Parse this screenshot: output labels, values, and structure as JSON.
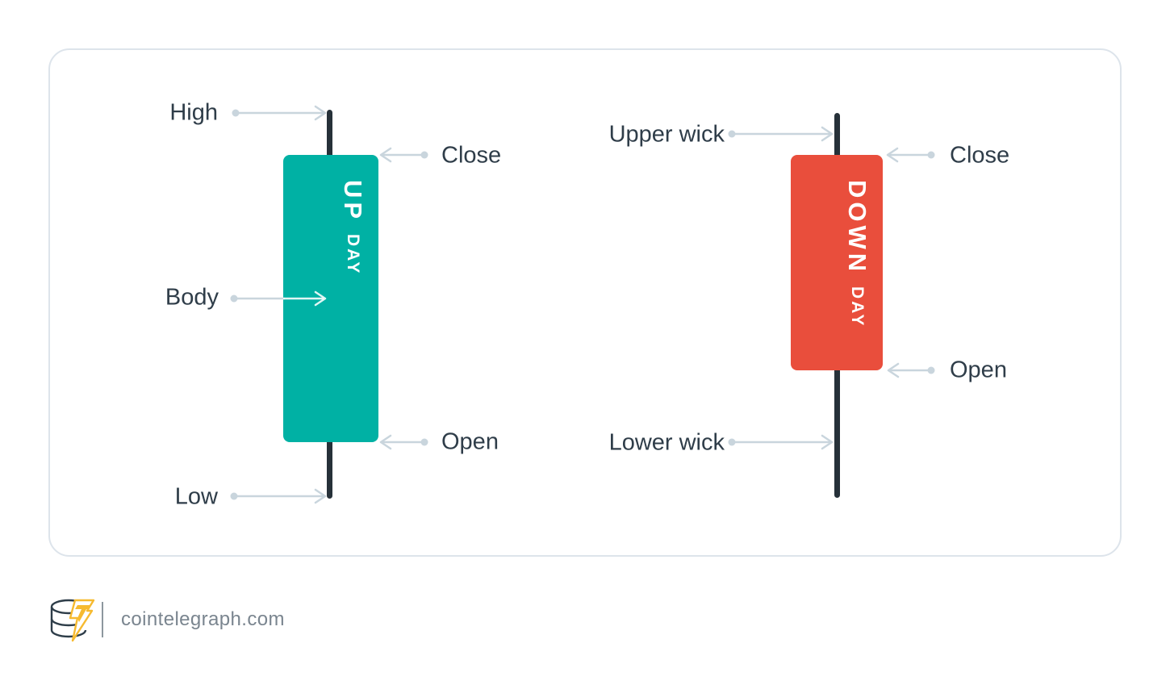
{
  "brand": {
    "site_label": "cointelegraph.com"
  },
  "colors": {
    "up_candle": "#00b1a4",
    "down_candle": "#e94e3c",
    "wick": "#263139",
    "arrow": "#c9d5dd",
    "label_text": "#2f3d49",
    "card_border": "#dde4eb",
    "brand_yellow": "#f6ba30",
    "brand_text": "#7a858f"
  },
  "diagram": {
    "up_candle": {
      "name_big": "UP",
      "name_small": "DAY",
      "labels": {
        "high": "High",
        "close": "Close",
        "body": "Body",
        "open": "Open",
        "low": "Low"
      }
    },
    "down_candle": {
      "name_big": "DOWN",
      "name_small": "DAY",
      "labels": {
        "upper_wick": "Upper wick",
        "close": "Close",
        "open": "Open",
        "lower_wick": "Lower wick"
      }
    }
  }
}
